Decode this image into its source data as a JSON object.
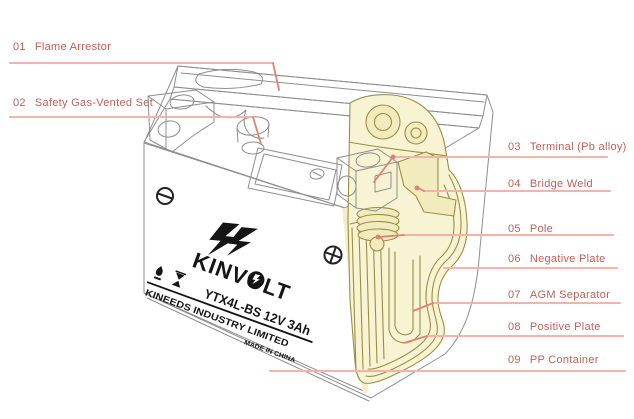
{
  "callouts": {
    "items": [
      {
        "num": "01",
        "label": "Flame Arrestor"
      },
      {
        "num": "02",
        "label": "Safety Gas-Vented Set"
      },
      {
        "num": "03",
        "label": "Terminal (Pb alloy)"
      },
      {
        "num": "04",
        "label": "Bridge Weld"
      },
      {
        "num": "05",
        "label": "Pole"
      },
      {
        "num": "06",
        "label": "Negative Plate"
      },
      {
        "num": "07",
        "label": "AGM Separator"
      },
      {
        "num": "08",
        "label": "Positive Plate"
      },
      {
        "num": "09",
        "label": "PP Container"
      }
    ]
  },
  "battery": {
    "brand": "KINVOLT",
    "model": "YTX4L-BS 12V 3Ah",
    "company": "KINEEDS INDUSTRY LIMITED",
    "origin": "MADE IN CHINA"
  },
  "colors": {
    "label_text": "#bb6257",
    "callout_line": "#f1b3aa",
    "callout_line_dark": "#e08273",
    "cutaway_fill": "#f8f4d3",
    "cutaway_outline": "#9c8d45",
    "body_outline": "#8e8e8e"
  }
}
